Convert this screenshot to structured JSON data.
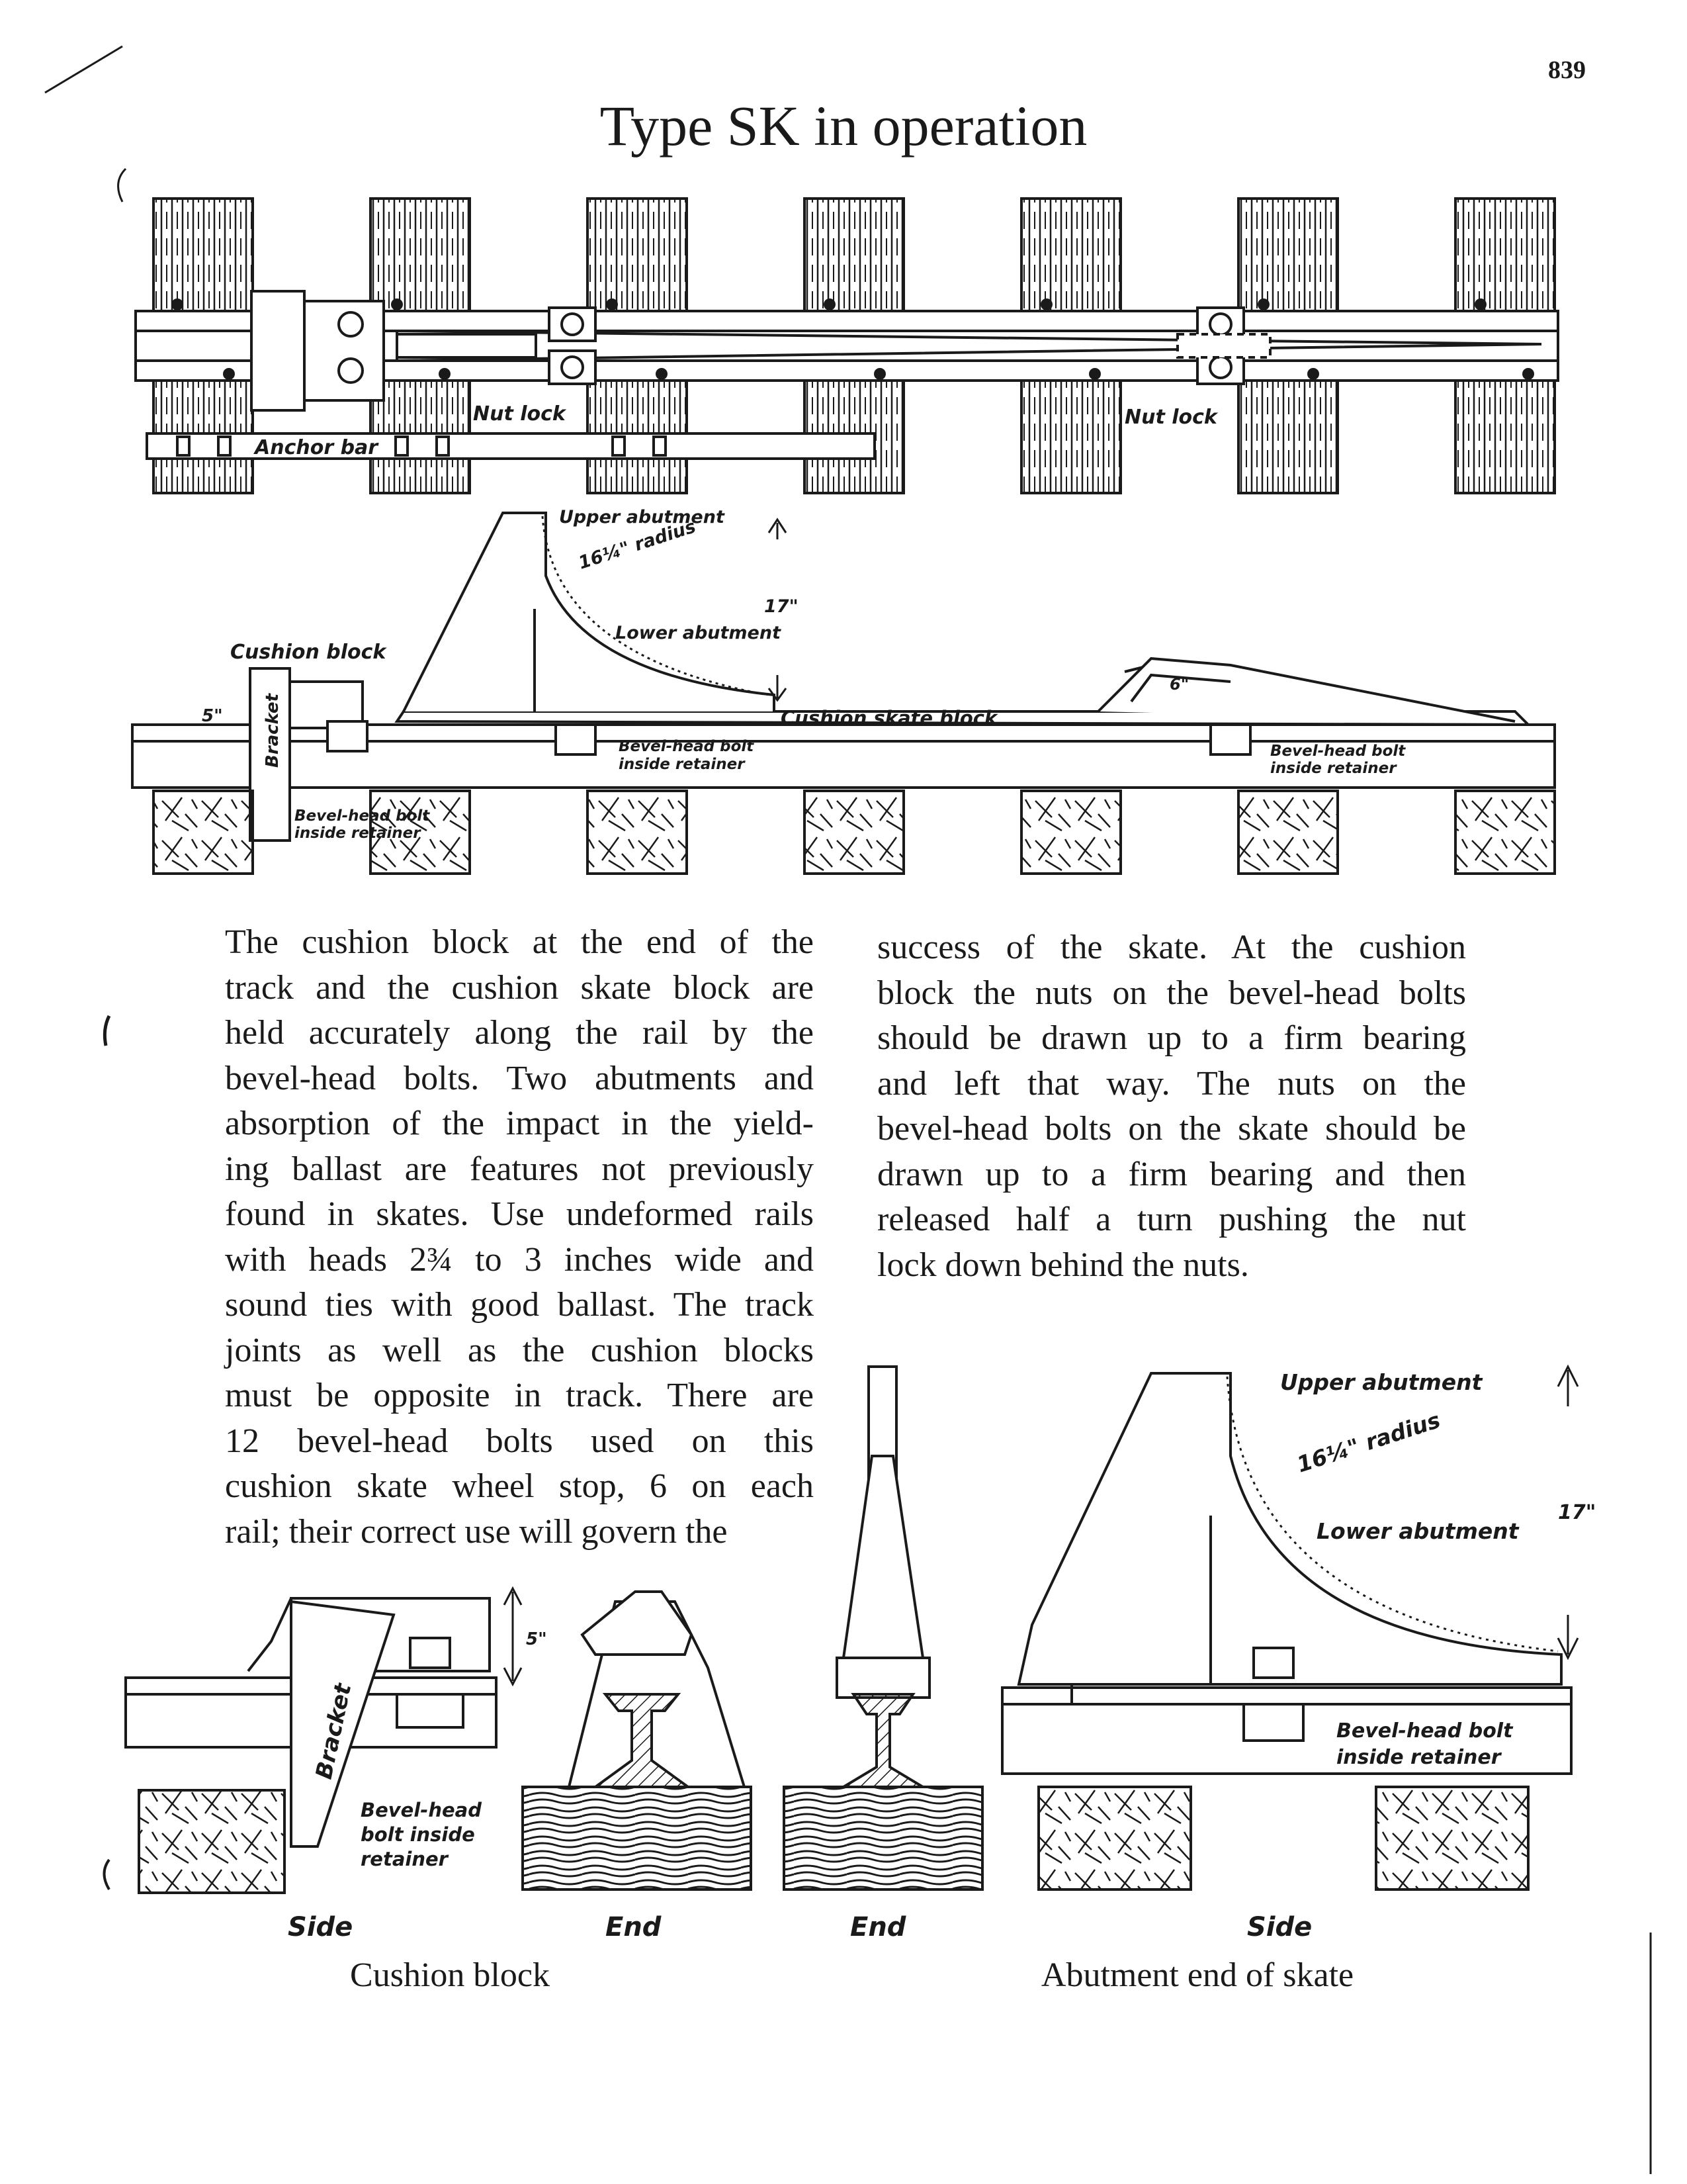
{
  "page": {
    "number": "839",
    "title": "Type SK in operation"
  },
  "plan_view": {
    "labels": {
      "nut_lock_1": "Nut lock",
      "nut_lock_2": "Nut lock",
      "anchor_bar": "Anchor bar"
    }
  },
  "elevation_view": {
    "labels": {
      "upper_abutment": "Upper abutment",
      "radius": "16¼\" radius",
      "lower_abutment": "Lower abutment",
      "height_17": "17\"",
      "cushion_block": "Cushion block",
      "dim_5": "5\"",
      "bracket": "Bracket",
      "cushion_skate_block": "Cushion skate block",
      "bevel_bolt_1_a": "Bevel-head bolt",
      "bevel_bolt_1_b": "inside retainer",
      "bevel_bolt_2_a": "Bevel-head bolt",
      "bevel_bolt_2_b": "inside retainer",
      "bevel_bolt_3_a": "Bevel-head bolt",
      "bevel_bolt_3_b": "inside retainer",
      "dim_6": "6\""
    }
  },
  "text": {
    "left_lines": [
      "The cushion block at the end of the",
      "track and the cushion skate block are",
      "held accurately along the rail by the",
      "bevel-head bolts. Two abutments and",
      "absorption of the impact in the yield-",
      "ing ballast are features not previously",
      "found in skates. Use undeformed rails",
      "with heads 2¾ to 3 inches wide and",
      "sound ties with good ballast. The track",
      "joints as well as the cushion blocks",
      "must be opposite in track. There are",
      "12 bevel-head bolts used on this",
      "cushion skate wheel stop, 6 on each",
      "rail; their correct use will govern the"
    ],
    "right_lines": [
      "success of the skate. At the cushion",
      "block the nuts on the bevel-head bolts",
      "should be drawn up to a firm bearing",
      "and left that way. The nuts on the",
      "bevel-head bolts on the skate should be",
      "drawn up to a firm bearing and then",
      "released half a turn pushing the nut",
      "lock down behind the nuts."
    ]
  },
  "details": {
    "cushion_side": {
      "bracket": "Bracket",
      "dim_5": "5\"",
      "bolt_1": "Bevel-head",
      "bolt_2": "bolt inside",
      "bolt_3": "retainer",
      "view": "Side"
    },
    "cushion_end": {
      "view": "End"
    },
    "skate_end": {
      "view": "End"
    },
    "abutment_side": {
      "upper_abutment": "Upper abutment",
      "radius": "16¼\" radius",
      "lower_abutment": "Lower abutment",
      "height_17": "17\"",
      "bolt_1": "Bevel-head bolt",
      "bolt_2": "inside retainer",
      "view": "Side"
    },
    "captions": {
      "cushion_block": "Cushion block",
      "abutment_end": "Abutment end of skate"
    }
  }
}
